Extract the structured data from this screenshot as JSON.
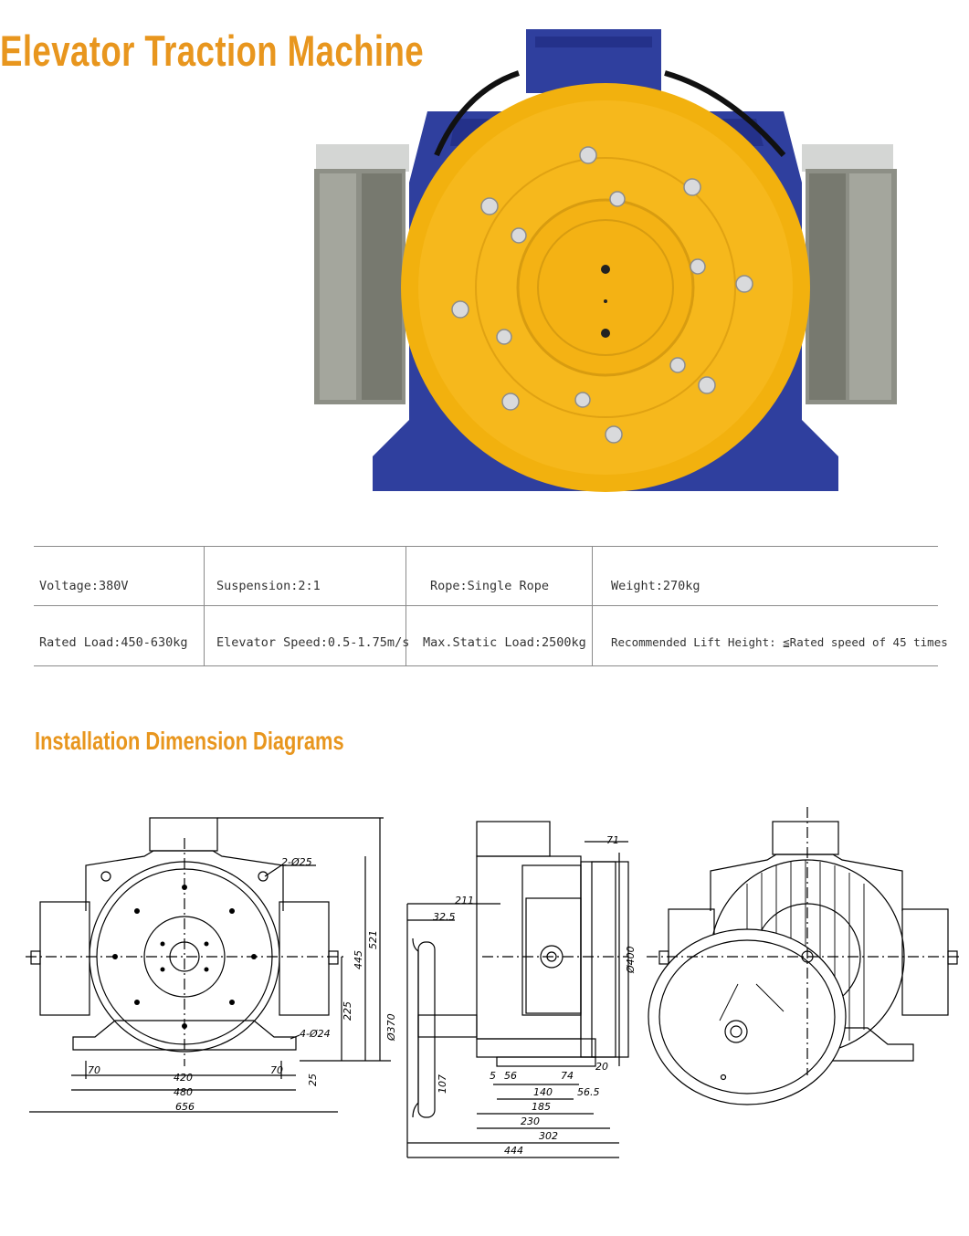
{
  "header": {
    "title": "Elevator Traction Machine"
  },
  "photo": {
    "alt_icon": "traction-machine-photo",
    "colors": {
      "sheave": "#f6b81c",
      "frame": "#2f3f9e",
      "brake": "#8d8f86"
    }
  },
  "specs": {
    "row1": [
      "Voltage:380V",
      "Suspension:2:1",
      "Rope:Single Rope",
      "Weight:270kg"
    ],
    "row2": [
      "Rated Load:450-630kg",
      "Elevator Speed:0.5-1.75m/s",
      "Max.Static Load:2500kg",
      "Recommended Lift Height: ≦Rated speed of 45 times"
    ]
  },
  "section": {
    "title": "Installation Dimension Diagrams"
  },
  "front_view": {
    "dims": {
      "hole_top": "2-Ø25",
      "h521": "521",
      "h445": "445",
      "h225": "225",
      "hole_base": "4-Ø24",
      "h25": "25",
      "w70_left": "70",
      "w420": "420",
      "w70_right": "70",
      "w480": "480",
      "w656": "656"
    }
  },
  "side_view": {
    "dims": {
      "d71": "71",
      "d211": "211",
      "d32_5": "32.5",
      "d400": "Ø400",
      "d370": "Ø370",
      "d107": "107",
      "d5": "5",
      "d56": "56",
      "d74": "74",
      "d20": "20",
      "d140": "140",
      "d56_5": "56.5",
      "d185": "185",
      "d230": "230",
      "d302": "302",
      "d444": "444"
    }
  },
  "colors": {
    "accent": "#e8961e",
    "rule": "#8a8a8a"
  }
}
